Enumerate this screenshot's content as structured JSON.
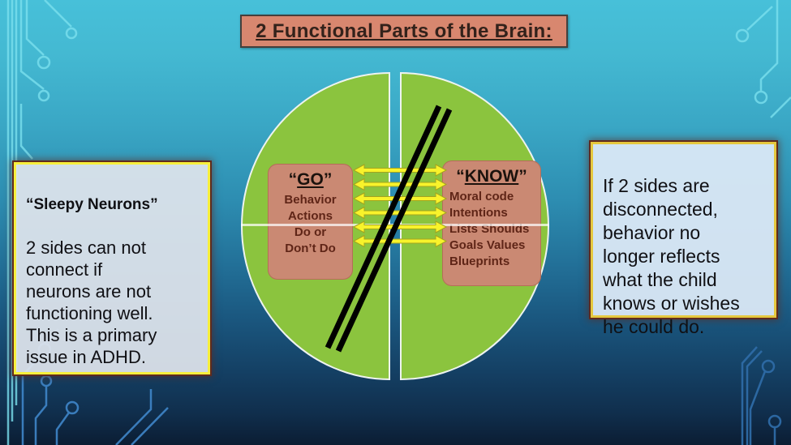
{
  "slide": {
    "title": "2 Functional Parts of the Brain:",
    "colors": {
      "banner_bg": "#d8876f",
      "circle_green": "#8bc43e",
      "inner_box_salmon": "#ca8973",
      "arrow_yellow": "#f8f32b",
      "left_note_border": "#f7ef3c",
      "right_note_border": "#e5c83e",
      "background_top": "#47c0d9",
      "background_bottom": "#0b1d33"
    },
    "left_note": {
      "title": "“Sleepy Neurons”",
      "body": "2 sides can not\nconnect if\nneurons are not\nfunctioning well.\nThis is a primary\nissue in ADHD."
    },
    "right_note": {
      "body": "If 2 sides are\ndisconnected,\nbehavior no\nlonger reflects\nwhat the child\nknows or wishes\nhe could do."
    },
    "diagram": {
      "go": {
        "quote_open": "“",
        "title": "GO",
        "quote_close": "”",
        "body": "Behavior\nActions\nDo or\nDon’t Do"
      },
      "know": {
        "quote_open": "“",
        "title": "KNOW",
        "quote_close": "”",
        "body": "Moral code\nIntentions\nLists  Shoulds\nGoals  Values\nBlueprints"
      },
      "arrows": {
        "count": 6
      }
    }
  }
}
